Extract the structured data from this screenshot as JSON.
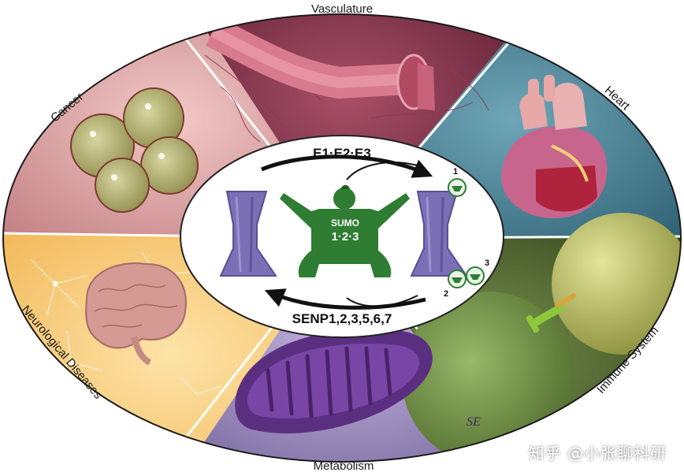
{
  "sectors": {
    "vasculature": "Vasculature",
    "heart": "Heart",
    "immune": "Immune System",
    "metabolism": "Metabolism",
    "neuro": "Neurological Diseases",
    "cancer": "Cancer"
  },
  "cycle": {
    "conjugation": "E1·E2·E3",
    "deconjugation": "SENP1,2,3,5,6,7",
    "sumo_label": "SUMO",
    "sumo_isoforms": "1·2·3",
    "site1": "1",
    "site2": "2",
    "site3": "3"
  },
  "artist_signature": "SE",
  "watermark": "知乎 @小张聊科研",
  "colors": {
    "vasculature": "#7a2f45",
    "heart": "#4f8396",
    "immune": "#4e6632",
    "metabolism": "#9a8ab8",
    "neuro": "#f7cf86",
    "cancer": "#d79a9c",
    "sumo_green": "#2e7d32",
    "protein_purple": "#7b6fb6"
  }
}
